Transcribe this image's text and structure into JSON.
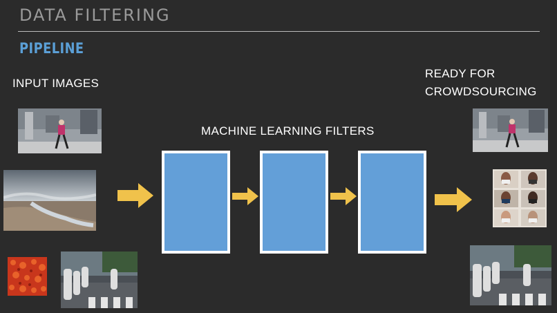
{
  "slide": {
    "title": "DATA FILTERING",
    "subtitle": "PIPELINE"
  },
  "labels": {
    "input": "INPUT IMAGES",
    "filters": "MACHINE LEARNING FILTERS",
    "output_line1": "READY FOR",
    "output_line2": "CROWDSOURCING"
  },
  "colors": {
    "background": "#2b2b2b",
    "accent_blue": "#5b9fd6",
    "filter_fill": "#639fd8",
    "arrow": "#f0c24b"
  },
  "filters_count": 3
}
